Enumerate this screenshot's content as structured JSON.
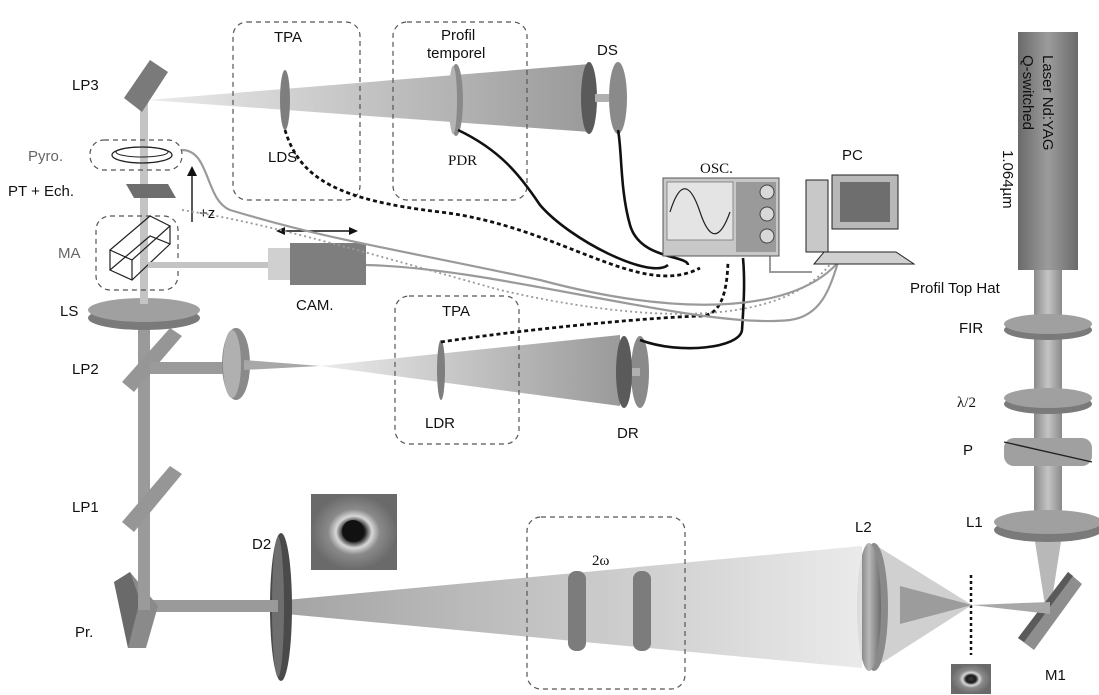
{
  "labels": {
    "laser": "Laser Nd:YAG",
    "laser_mode": "Q-switched",
    "laser_wavelength": "1.064µm",
    "profile_top_hat": "Profil Top Hat",
    "fir": "FIR",
    "half_wave": "λ/2",
    "p": "P",
    "l1": "L1",
    "m1": "M1",
    "l2": "L2",
    "two_omega": "2ω",
    "d2": "D2",
    "pr": "Pr.",
    "lp1": "LP1",
    "lp2": "LP2",
    "ls": "LS",
    "ma": "MA",
    "pt_ech": "PT + Ech.",
    "pyro": "Pyro.",
    "lp3": "LP3",
    "z_axis": "+z",
    "cam": "CAM.",
    "tpa_top": "TPA",
    "lds": "LDS",
    "profil_temporel_1": "Profil",
    "profil_temporel_2": "temporel",
    "pdr": "PDR",
    "ds": "DS",
    "osc": "OSC.",
    "pc": "PC",
    "tpa_mid": "TPA",
    "ldr": "LDR",
    "dr": "DR"
  },
  "colors": {
    "beam": "#a9a9a9",
    "optic": "#8c8c8c",
    "optic_dark": "#5c5c5c",
    "cable": "#111111",
    "cable_gray": "#9a9a9a"
  }
}
